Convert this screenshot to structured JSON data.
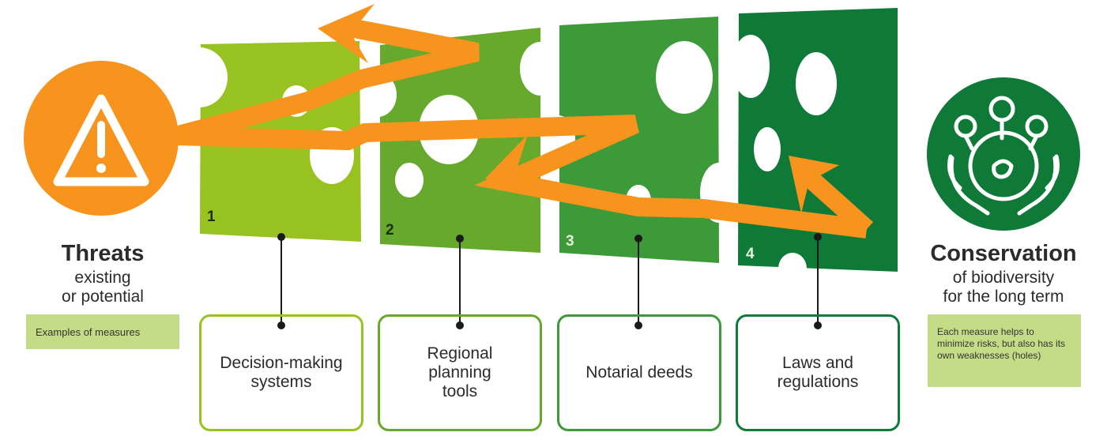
{
  "threats": {
    "title": "Threats",
    "subtitle_line1": "existing",
    "subtitle_line2": "or potential",
    "note": "Examples of measures",
    "icon": "warning-triangle-icon"
  },
  "conservation": {
    "title": "Conservation",
    "subtitle_line1": "of biodiversity",
    "subtitle_line2": "for the long term",
    "note": "Each measure helps to minimize risks, but also has its own weaknesses (holes)",
    "icon": "hands-holding-earth-trees-icon"
  },
  "layers": [
    {
      "number": "1",
      "label_line1": "Decision-making",
      "label_line2": "systems",
      "color": "#97c21f"
    },
    {
      "number": "2",
      "label_line1": "Regional",
      "label_line2": "planning",
      "label_line3": "tools",
      "color": "#66a92d"
    },
    {
      "number": "3",
      "label_line1": "Notarial deeds",
      "color": "#3c9a38"
    },
    {
      "number": "4",
      "label_line1": "Laws and",
      "label_line2": "regulations",
      "color": "#0f7a37"
    }
  ],
  "colors": {
    "threat": "#f7941d",
    "conservation": "#0f7a37",
    "note_background": "#c5dc86"
  }
}
